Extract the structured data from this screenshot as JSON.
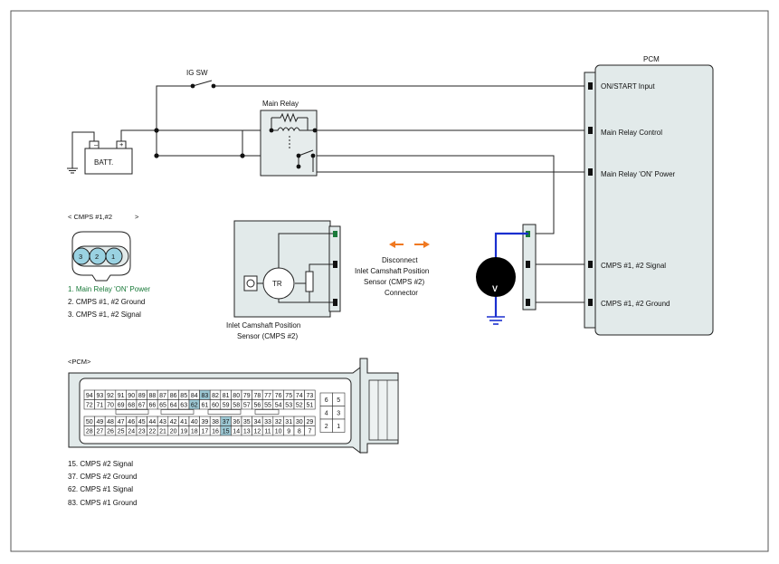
{
  "ig_sw_label": "IG SW",
  "batt_label": "BATT.",
  "main_relay_label": "Main Relay",
  "pcm_title": "PCM",
  "pcm_pins": {
    "on_start": "ON/START Input",
    "main_relay_control": "Main Relay Control",
    "main_relay_on_power": "Main Relay 'ON' Power",
    "cmps_signal": "CMPS #1, #2 Signal",
    "cmps_ground": "CMPS #1, #2 Ground"
  },
  "cmps_connector": {
    "title_open": "< CMPS #1,#2",
    "title_close": ">",
    "pins": [
      "3",
      "2",
      "1"
    ],
    "legend": [
      "1.   Main Relay 'ON' Power",
      "2. CMPS #1, #2 Ground",
      "3. CMPS #1, #2 Signal"
    ]
  },
  "sensor": {
    "tr_label": "TR",
    "caption_1": "Inlet Camshaft Position",
    "caption_2": "Sensor (CMPS #2)"
  },
  "disconnect_note": [
    "Disconnect",
    "Inlet Camshaft Position",
    "Sensor (CMPS #2)",
    "Connector"
  ],
  "voltmeter_label": "V",
  "pcm_connector": {
    "title": "<PCM>",
    "row1": [
      "94",
      "93",
      "92",
      "91",
      "90",
      "89",
      "88",
      "87",
      "86",
      "85",
      "84",
      "83",
      "82",
      "81",
      "80",
      "79",
      "78",
      "77",
      "76",
      "75",
      "74",
      "73"
    ],
    "row2": [
      "72",
      "71",
      "70",
      "69",
      "68",
      "67",
      "66",
      "65",
      "64",
      "63",
      "62",
      "61",
      "60",
      "59",
      "58",
      "57",
      "56",
      "55",
      "54",
      "53",
      "52",
      "51"
    ],
    "row3": [
      "50",
      "49",
      "48",
      "47",
      "46",
      "45",
      "44",
      "43",
      "42",
      "41",
      "40",
      "39",
      "38",
      "37",
      "36",
      "35",
      "34",
      "33",
      "32",
      "31",
      "30",
      "29"
    ],
    "row4": [
      "28",
      "27",
      "26",
      "25",
      "24",
      "23",
      "22",
      "21",
      "20",
      "19",
      "18",
      "17",
      "16",
      "15",
      "14",
      "13",
      "12",
      "11",
      "10",
      "9",
      "8",
      "7"
    ],
    "right_block": [
      [
        "6",
        "5"
      ],
      [
        "4",
        "3"
      ],
      [
        "2",
        "1"
      ]
    ],
    "highlighted": [
      "83",
      "62",
      "37",
      "15"
    ],
    "legend": [
      "15. CMPS #2 Signal",
      "37. CMPS #2 Ground",
      "62. CMPS #1 Signal",
      "83. CMPS #1 Ground"
    ]
  },
  "colors": {
    "legend_green": "#1a7a3a",
    "arrow_orange": "#f07820",
    "probe_blue": "#1a2fcf",
    "connector_fill": "#dde7e7",
    "highlight_fill": "#9cc8d4",
    "pin_circle": "#9ad2e2",
    "pcm_box": "#e2eaea"
  }
}
